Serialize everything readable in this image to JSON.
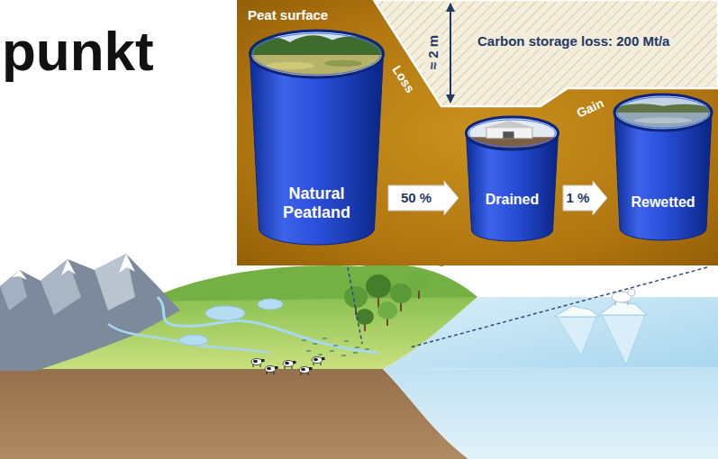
{
  "diagram": {
    "nodes": [
      {
        "text": [
          "Peat surface"
        ]
      },
      {
        "text": [
          "≈ 2 m",
          "Carbon storage loss: 200 Mt/a"
        ],
        "in": 0
      },
      {
        "text": [
          "Natural Peatland"
        ],
        "in": 0
      },
      {
        "text": [
          "Drained"
        ],
        "in": 0
      },
      {
        "text": [
          "Rewetted"
        ],
        "in": 0
      }
    ],
    "edges": [
      {
        "from": 2,
        "to": 3,
        "label": "50 %",
        "arrow": "to"
      },
      {
        "from": 3,
        "to": 4,
        "label": "1 %",
        "arrow": "to"
      }
    ],
    "labels": [
      "punkt",
      "Loss",
      "Gain"
    ]
  }
}
